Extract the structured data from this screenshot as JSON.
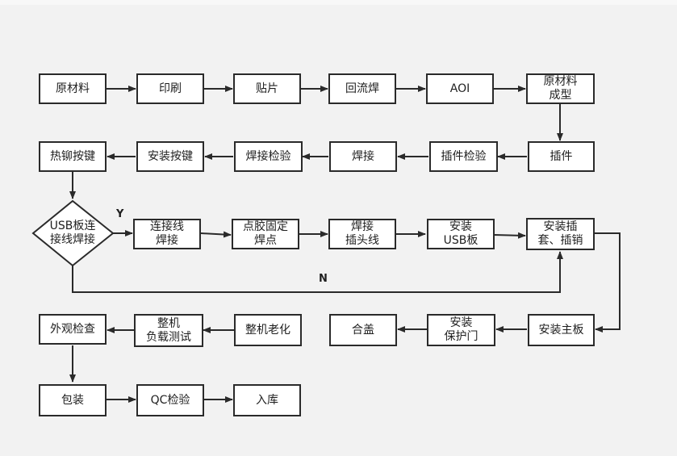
{
  "colors": {
    "background": "#f2f2f2",
    "box_fill": "#ffffff",
    "stroke": "#2a2a2a"
  },
  "nodes": {
    "raw_material": "原材料",
    "printing": "印刷",
    "mounting": "贴片",
    "reflow": "回流焊",
    "aoi": "AOI",
    "raw_material_forming": "原材料\n成型",
    "insertion": "插件",
    "insertion_check": "插件检验",
    "soldering": "焊接",
    "solder_check": "焊接检验",
    "install_keys": "安装按键",
    "heat_rivet_keys": "热铆按键",
    "decision_usb": "USB板连\n接线焊接",
    "wire_soldering": "连接线\n焊接",
    "glue_fix": "点胶固定\n焊点",
    "solder_header": "焊接\n插头线",
    "install_usb": "安装\nUSB板",
    "install_plug_sleeve": "安装插\n套、插销",
    "install_mainboard": "安装主板",
    "install_protective_door": "安装\n保护门",
    "cover": "合盖",
    "machine_aging": "整机老化",
    "load_test": "整机\n负载测试",
    "appearance_check": "外观检查",
    "packaging": "包装",
    "qc_check": "QC检验",
    "warehousing": "入库"
  },
  "edge_labels": {
    "yes": "Y",
    "no": "N"
  }
}
